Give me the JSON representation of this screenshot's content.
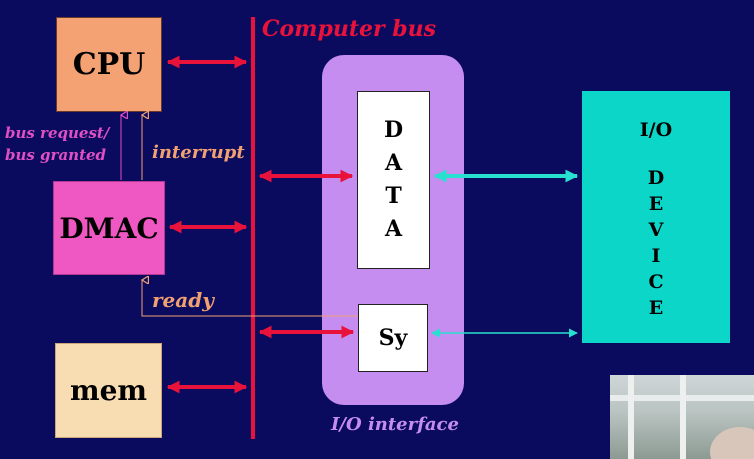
{
  "bus": {
    "label": "Computer bus"
  },
  "cpu": {
    "label": "CPU"
  },
  "dmac": {
    "label": "DMAC"
  },
  "mem": {
    "label": "mem"
  },
  "bus_request_label": {
    "line1": "bus request/",
    "line2": "bus granted"
  },
  "interrupt_label": "interrupt",
  "ready_label": "ready",
  "io_interface": {
    "label": "I/O interface",
    "data_letters": [
      "D",
      "A",
      "T",
      "A"
    ],
    "sync_label": "Sy"
  },
  "io_device": {
    "line1": "I/O",
    "letters": [
      "D",
      "E",
      "V",
      "I",
      "C",
      "E"
    ]
  },
  "colors": {
    "background": "#0a0b5e",
    "bus": "#e8123a",
    "cpu": "#f4a174",
    "dmac": "#ef57c2",
    "mem": "#f8ddb3",
    "interface": "#c58df0",
    "device": "#0cd6c7",
    "data_arrow": "#28e0d0"
  }
}
